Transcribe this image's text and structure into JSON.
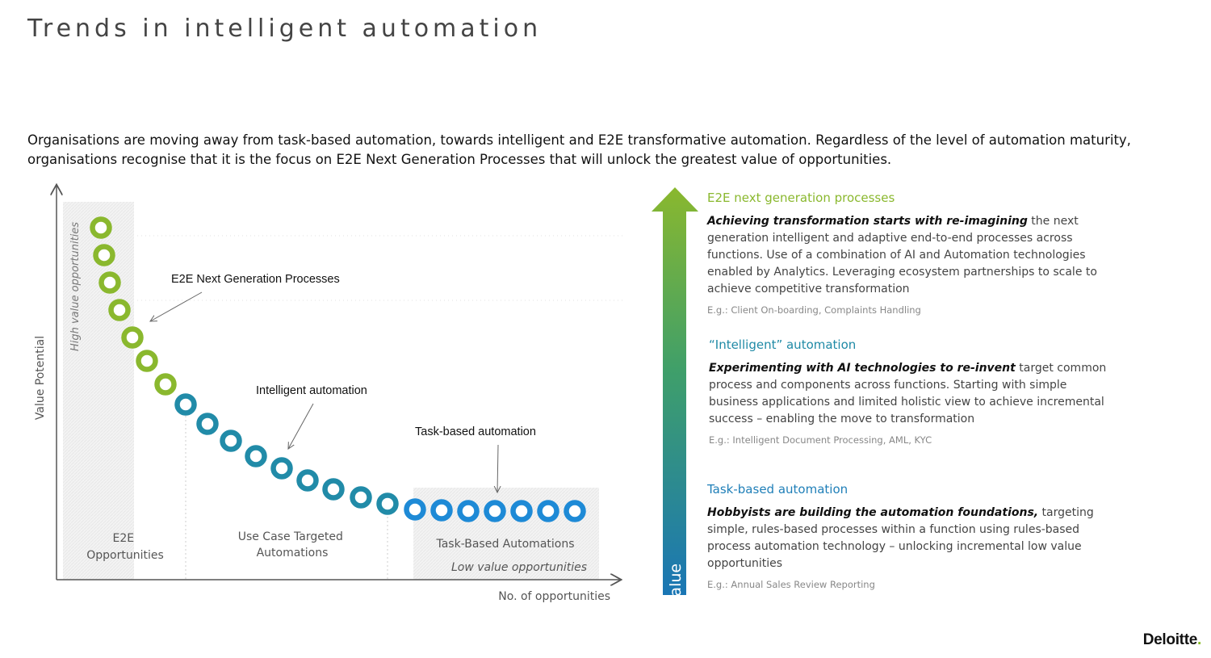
{
  "title": "Trends in intelligent automation",
  "intro": "Organisations are moving away from task-based automation, towards intelligent and E2E transformative automation. Regardless of the level of automation maturity, organisations recognise that it is the focus on E2E Next Generation Processes that will unlock the greatest value of opportunities.",
  "diagram": {
    "y_axis_label": "Value Potential",
    "x_axis_label": "No. of opportunities",
    "high_value_label": "High value opportunities",
    "low_value_label": "Low value opportunities",
    "zones": {
      "e2e": [
        "E2E",
        "Opportunities"
      ],
      "usecase": [
        "Use Case Targeted",
        "Automations"
      ],
      "task": [
        "Task-Based Automations"
      ]
    },
    "callouts": {
      "e2e": "E2E Next Generation Processes",
      "intelligent": "Intelligent automation",
      "task": "Task-based automation"
    },
    "dot_groups": {
      "green": 7,
      "teal": 9,
      "blue": 7
    },
    "colors": {
      "green": "#8ab82e",
      "teal": "#218ba8",
      "blue": "#1e8ad6"
    }
  },
  "value_arrow": {
    "label": "Value",
    "top_color": "#8ab82e",
    "bottom_color": "#1a76b5"
  },
  "sections": [
    {
      "heading": "E2E next generation processes",
      "heading_color": "#8ab82e",
      "emphasis": "Achieving transformation starts with re-imagining",
      "body": " the next generation intelligent and adaptive end-to-end processes across functions. Use of a combination of AI and Automation technologies enabled by Analytics. Leveraging ecosystem partnerships to scale to achieve competitive transformation",
      "example": "E.g.: Client On-boarding, Complaints Handling"
    },
    {
      "heading": "“Intelligent” automation",
      "heading_color": "#1f8aa6",
      "emphasis": "Experimenting with AI technologies to re-invent",
      "body": " target common process and components across functions. Starting with simple business applications and limited holistic view to achieve incremental success – enabling the move to transformation",
      "example": "E.g.: Intelligent Document Processing, AML, KYC"
    },
    {
      "heading": "Task-based automation",
      "heading_color": "#1f7fb8",
      "emphasis": "Hobbyists are building the automation foundations,",
      "body": " targeting simple, rules-based processes within a function using rules-based process automation technology – unlocking incremental low value opportunities",
      "example": "E.g.: Annual Sales Review Reporting"
    }
  ],
  "logo": {
    "text": "Deloitte",
    "dot": "."
  }
}
